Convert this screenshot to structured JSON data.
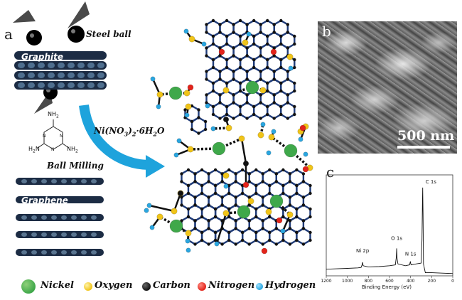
{
  "panel_a": {
    "letter": "a",
    "steel_ball_label": "Steel ball",
    "graphite_label": "Graphite",
    "ball_milling_label": "Ball Milling",
    "graphene_label": "Graphene",
    "reagent_prefix": "Ni(NO",
    "reagent_sub3": "3",
    "reagent_mid": ")",
    "reagent_sub2": "2",
    "reagent_suffix": "·6H",
    "reagent_sub2b": "2",
    "reagent_end": "O",
    "melamine_nh2": "NH",
    "melamine_sub": "2",
    "melamine_h2n": "H",
    "melamine_h2n_sub": "2",
    "melamine_h2n_end": "N"
  },
  "legend": [
    {
      "label": "Nickel",
      "color": "#3fa84a"
    },
    {
      "label": "Oxygen",
      "color": "#f0c419"
    },
    {
      "label": "Carbon",
      "color": "#111111"
    },
    {
      "label": "Nitrogen",
      "color": "#e2231a"
    },
    {
      "label": "Hydrogen",
      "color": "#2aa6e0"
    }
  ],
  "panel_b": {
    "letter": "b",
    "scale_text": "500 nm"
  },
  "panel_c": {
    "letter": "c",
    "x_axis_title": "Binding Energy (eV)",
    "x_ticks": [
      "1200",
      "1000",
      "800",
      "600",
      "400",
      "200",
      "0"
    ],
    "peaks": [
      "Ni 2p",
      "O 1s",
      "N 1s",
      "C 1s"
    ]
  },
  "chart_data": {
    "type": "line",
    "title": "",
    "xlabel": "Binding Energy (eV)",
    "ylabel": "",
    "xlim": [
      1200,
      0
    ],
    "x_ticks": [
      1200,
      1000,
      800,
      600,
      400,
      200,
      0
    ],
    "annotations": [
      {
        "label": "Ni 2p",
        "x": 855
      },
      {
        "label": "O 1s",
        "x": 532
      },
      {
        "label": "N 1s",
        "x": 400
      },
      {
        "label": "C 1s",
        "x": 285
      }
    ],
    "series": [
      {
        "x": [
          1200,
          1100,
          1000,
          900,
          870,
          860,
          855,
          850,
          800,
          700,
          600,
          545,
          535,
          532,
          528,
          520,
          450,
          410,
          402,
          400,
          395,
          350,
          300,
          292,
          288,
          285,
          282,
          278,
          260,
          200,
          100,
          0
        ],
        "y": [
          0.06,
          0.065,
          0.07,
          0.075,
          0.08,
          0.11,
          0.14,
          0.1,
          0.085,
          0.09,
          0.1,
          0.11,
          0.2,
          0.3,
          0.18,
          0.12,
          0.1,
          0.11,
          0.15,
          0.13,
          0.11,
          0.12,
          0.13,
          0.4,
          0.8,
          1.0,
          0.7,
          0.12,
          0.02,
          0.02,
          0.015,
          0.01
        ]
      }
    ]
  }
}
